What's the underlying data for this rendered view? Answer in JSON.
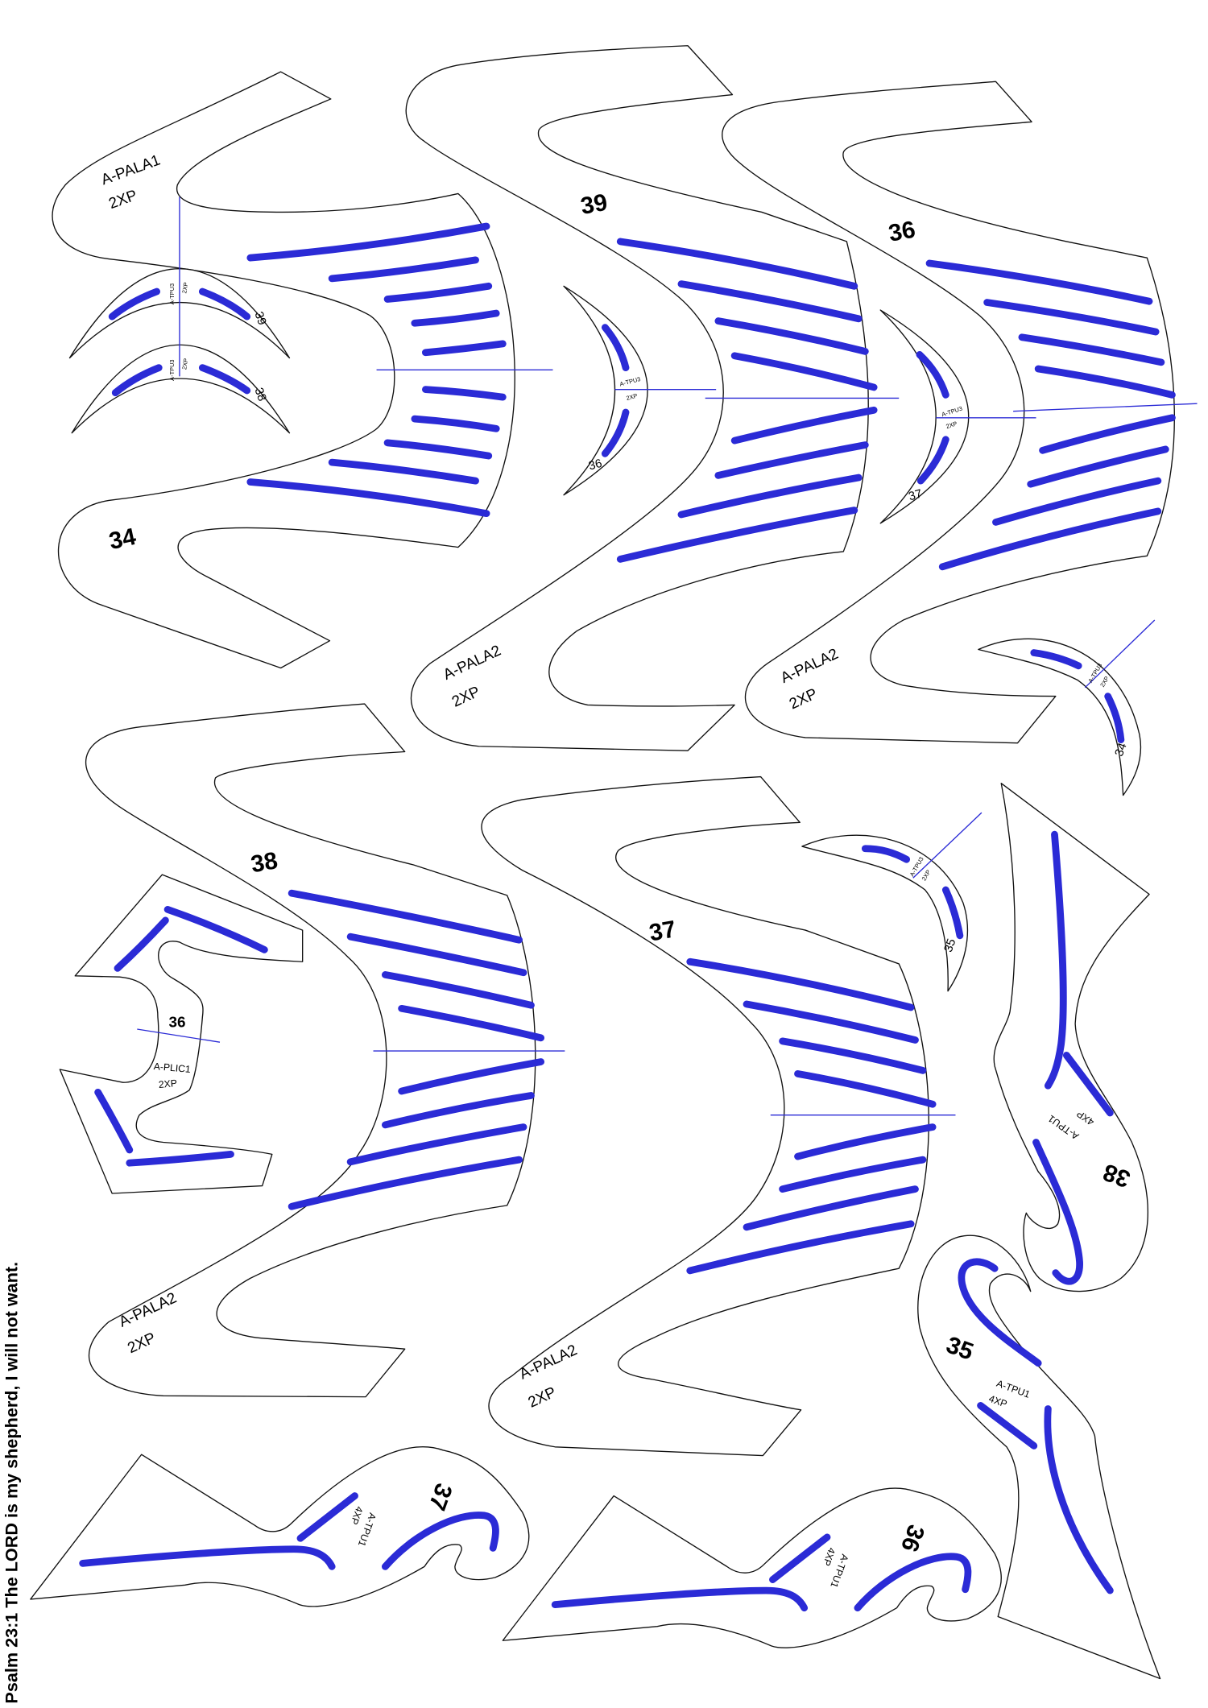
{
  "footer_text": "Psalm 23:1 The LORD is my shepherd, I will not want.",
  "colors": {
    "outline": "#111111",
    "slot": "#2b2bd6"
  },
  "pieces": {
    "pala1_34": {
      "name": "A-PALA1",
      "qty": "2XP",
      "size": "34"
    },
    "pala2_39": {
      "name": "A-PALA2",
      "qty": "2XP",
      "size": "39"
    },
    "pala2_36": {
      "name": "A-PALA2",
      "qty": "2XP",
      "size": "36"
    },
    "pala2_38": {
      "name": "A-PALA2",
      "qty": "2XP",
      "size": "38"
    },
    "pala2_37": {
      "name": "A-PALA2",
      "qty": "2XP",
      "size": "37"
    },
    "tpu3_39": {
      "name": "A-TPU3",
      "qty": "2XP",
      "size": "39"
    },
    "tpu3_38": {
      "name": "A-TPU3",
      "qty": "2XP",
      "size": "38"
    },
    "tpu3_36": {
      "name": "A-TPU3",
      "qty": "2XP",
      "size": "36"
    },
    "tpu3_37": {
      "name": "A-TPU3",
      "qty": "2XP",
      "size": "37"
    },
    "tpu3_34": {
      "name": "A-TPU3",
      "qty": "2XP",
      "size": "34"
    },
    "tpu3_35": {
      "name": "A-TPU3",
      "qty": "2XP",
      "size": "35"
    },
    "plic1_36": {
      "name": "A-PLIC1",
      "qty": "2XP",
      "size": "36"
    },
    "tpu1_38": {
      "name": "A-TPU1",
      "qty": "4XP",
      "size": "38"
    },
    "tpu1_35": {
      "name": "A-TPU1",
      "qty": "4XP",
      "size": "35"
    },
    "tpu1_37": {
      "name": "A-TPU1",
      "qty": "4XP",
      "size": "37"
    },
    "tpu1_36": {
      "name": "A-TPU1",
      "qty": "4XP",
      "size": "36"
    }
  }
}
